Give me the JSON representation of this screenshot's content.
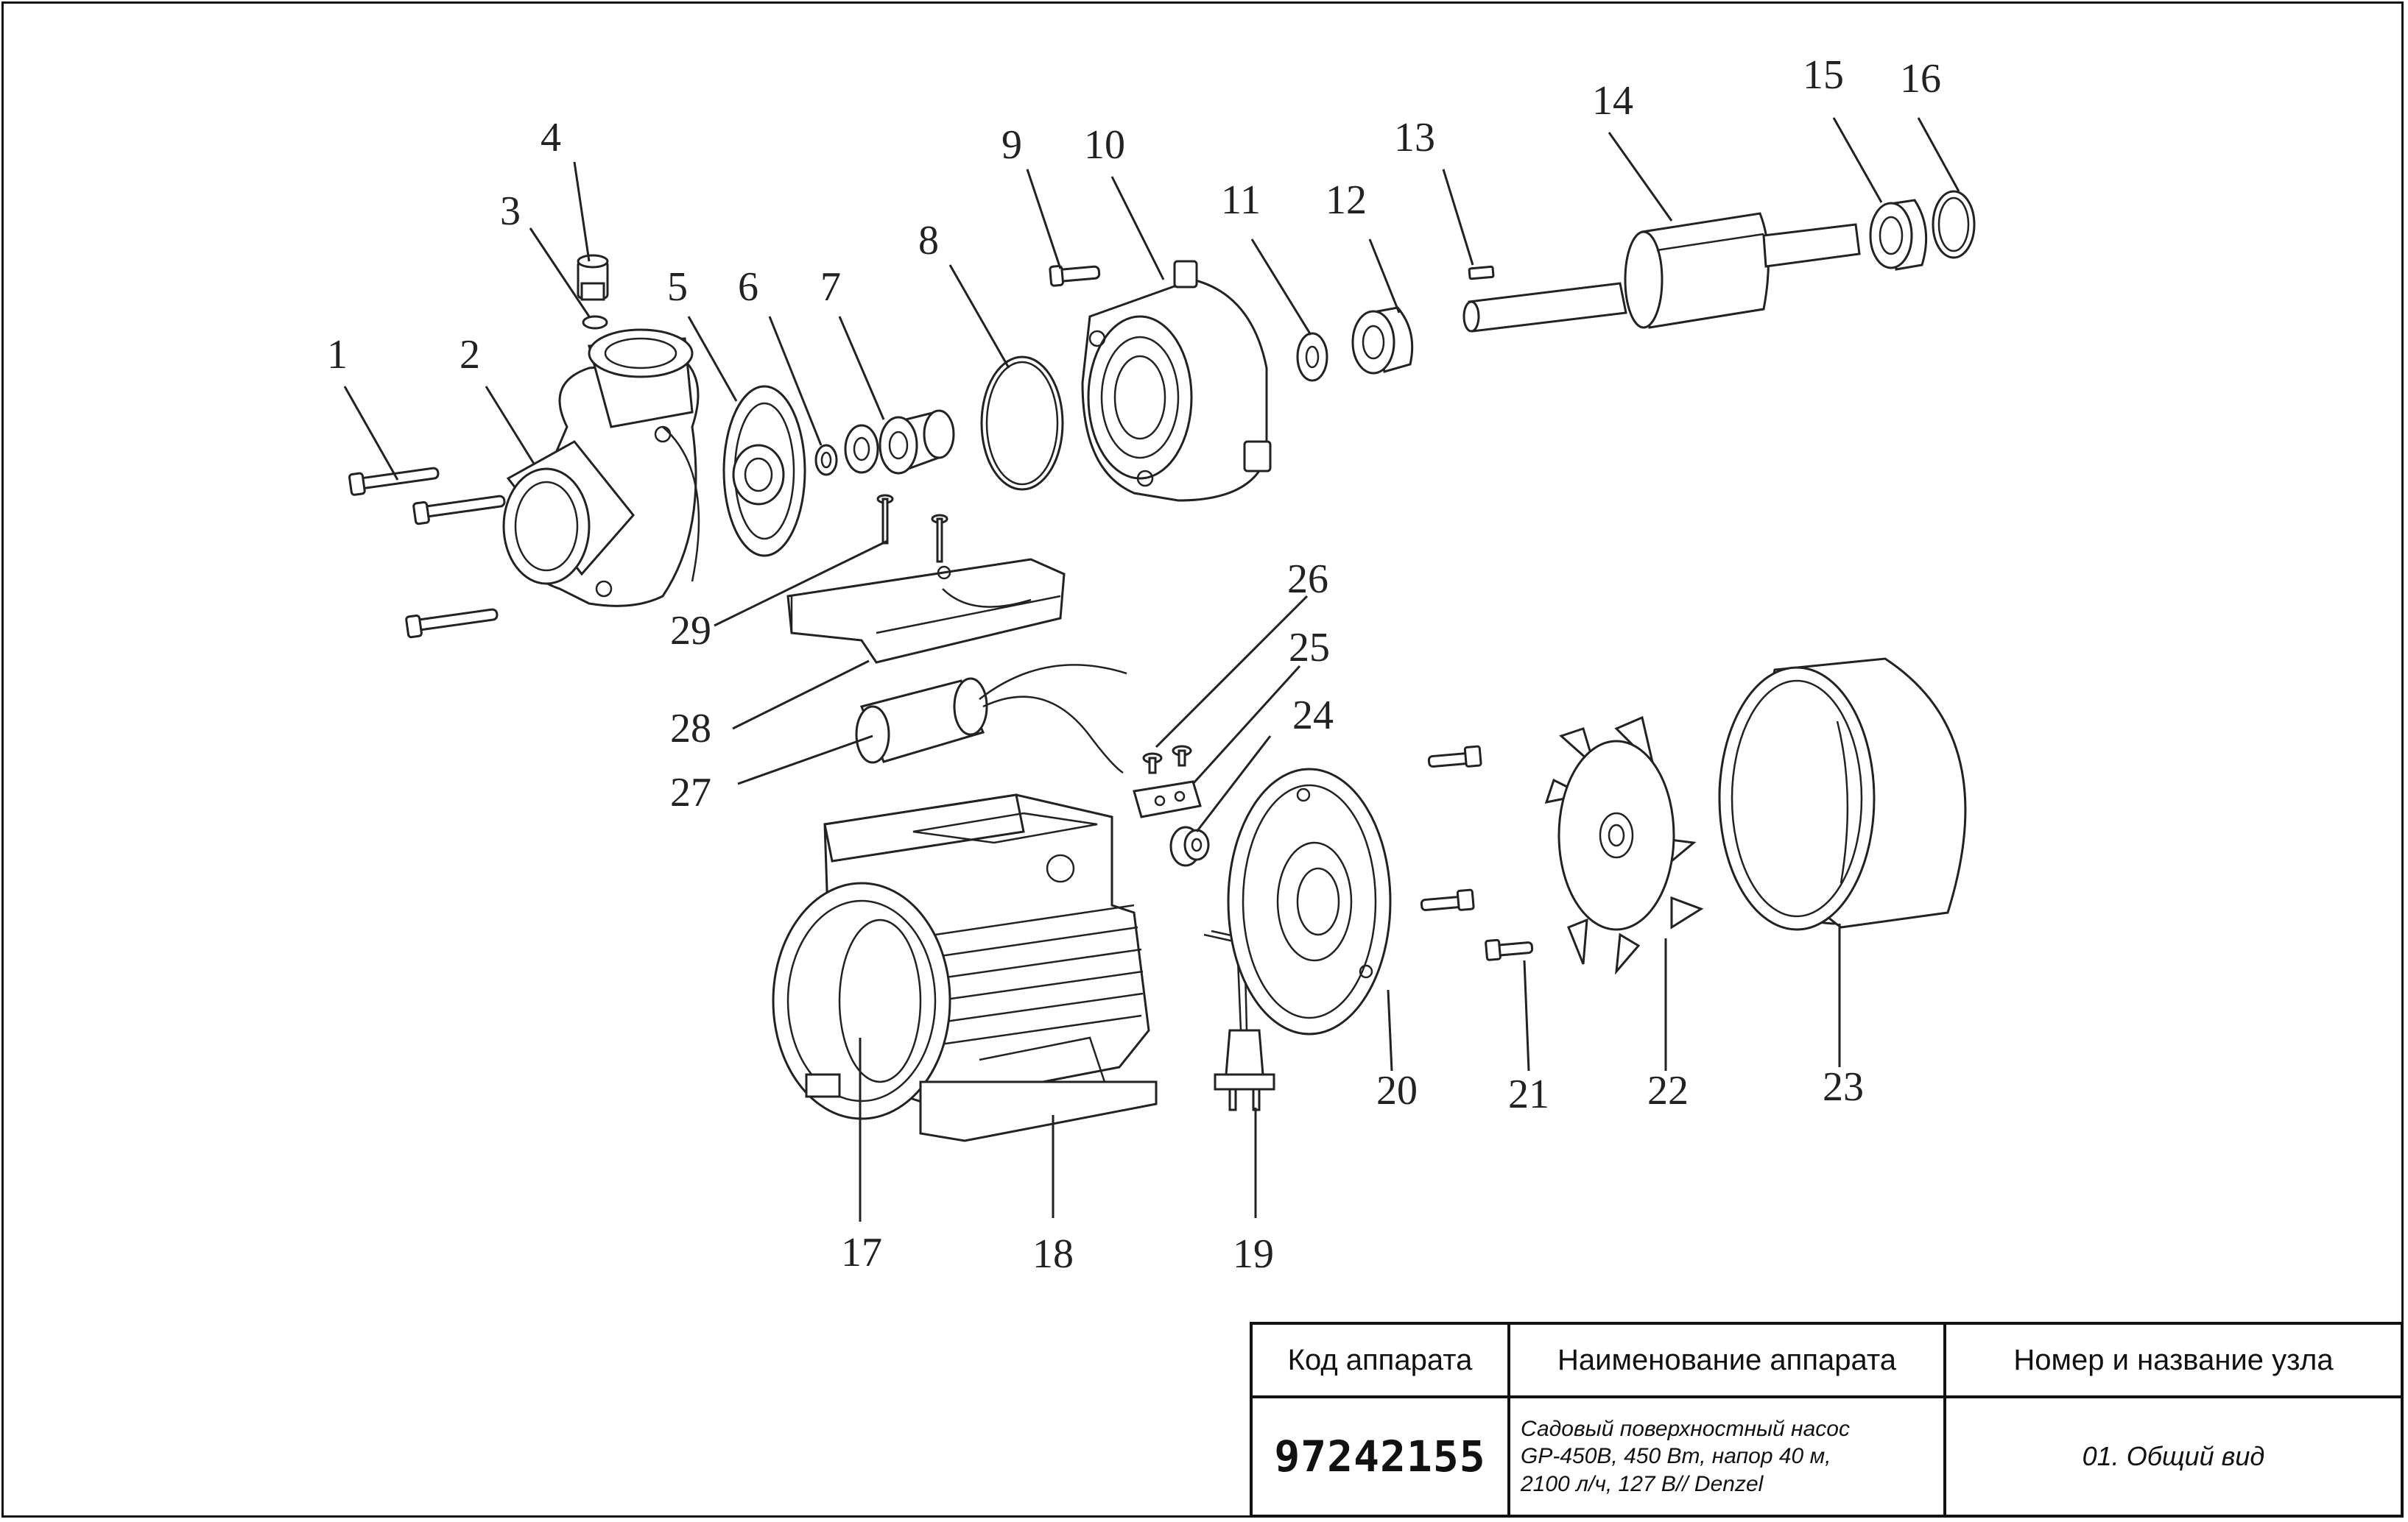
{
  "callouts": [
    "1",
    "2",
    "3",
    "4",
    "5",
    "6",
    "7",
    "8",
    "9",
    "10",
    "11",
    "12",
    "13",
    "14",
    "15",
    "16",
    "17",
    "18",
    "19",
    "20",
    "21",
    "22",
    "23",
    "24",
    "25",
    "26",
    "27",
    "28",
    "29"
  ],
  "title_block": {
    "headers": {
      "code": "Код аппарата",
      "name": "Наименование аппарата",
      "node": "Номер и название узла"
    },
    "code": "97242155",
    "name_lines": [
      "Садовый поверхностный насос",
      "GP-450B, 450 Вт, напор 40 м,",
      "2100 л/ч, 127 В// Denzel"
    ],
    "node": "01. Общий вид"
  }
}
